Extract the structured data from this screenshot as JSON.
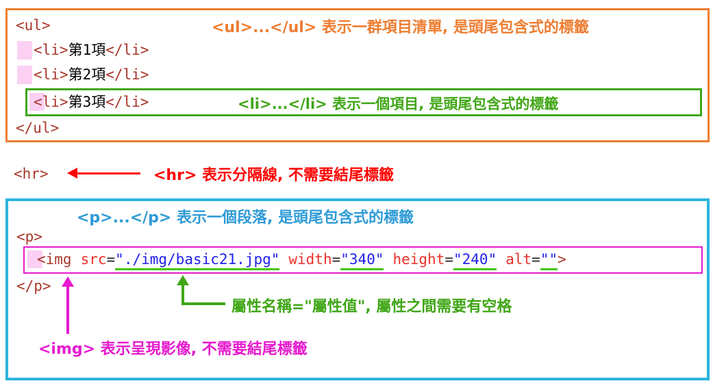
{
  "colors": {
    "orange": "#ED7D31",
    "green": "#3FA615",
    "green_ul": "#45C70E",
    "red": "#FF0000",
    "cyan": "#2BB5DE",
    "blue": "#2E9BD6",
    "magenta": "#E619CE",
    "tag": "#A8372B",
    "attr": "#E8312A",
    "value": "#2020E8",
    "pink": "#FBD0F3"
  },
  "ul_panel": {
    "line_open": "<ul>",
    "line_close": "</ul>",
    "items": [
      {
        "open": "<li>",
        "text": "第1項",
        "close": "</li>"
      },
      {
        "open": "<li>",
        "text": "第2項",
        "close": "</li>"
      },
      {
        "open": "<li>",
        "text": "第3項",
        "close": "</li>"
      }
    ],
    "annotation_ul": "<ul>...</ul> 表示一群項目清單, 是頭尾包含式的標籤",
    "annotation_li": "<li>...</li> 表示一個項目, 是頭尾包含式的標籤"
  },
  "hr_row": {
    "code": "<hr>",
    "annotation": "<hr> 表示分隔線, 不需要結尾標籤"
  },
  "p_panel": {
    "annotation_p": "<p>...</p> 表示一個段落, 是頭尾包含式的標籤",
    "code_open": "<p>",
    "code_close": "</p>",
    "img_line": {
      "tag": "<img",
      "attrs": [
        {
          "name": "src",
          "eq": "=",
          "value": "\"./img/basic21.jpg\""
        },
        {
          "name": "width",
          "eq": "=",
          "value": "\"340\""
        },
        {
          "name": "height",
          "eq": "=",
          "value": "\"240\""
        },
        {
          "name": "alt",
          "eq": "=",
          "value": "\"\""
        }
      ],
      "tag_end": ">"
    },
    "annotation_attr": "屬性名稱=\"屬性值\", 屬性之間需要有空格",
    "annotation_img": "<img> 表示呈現影像, 不需要結尾標籤"
  }
}
